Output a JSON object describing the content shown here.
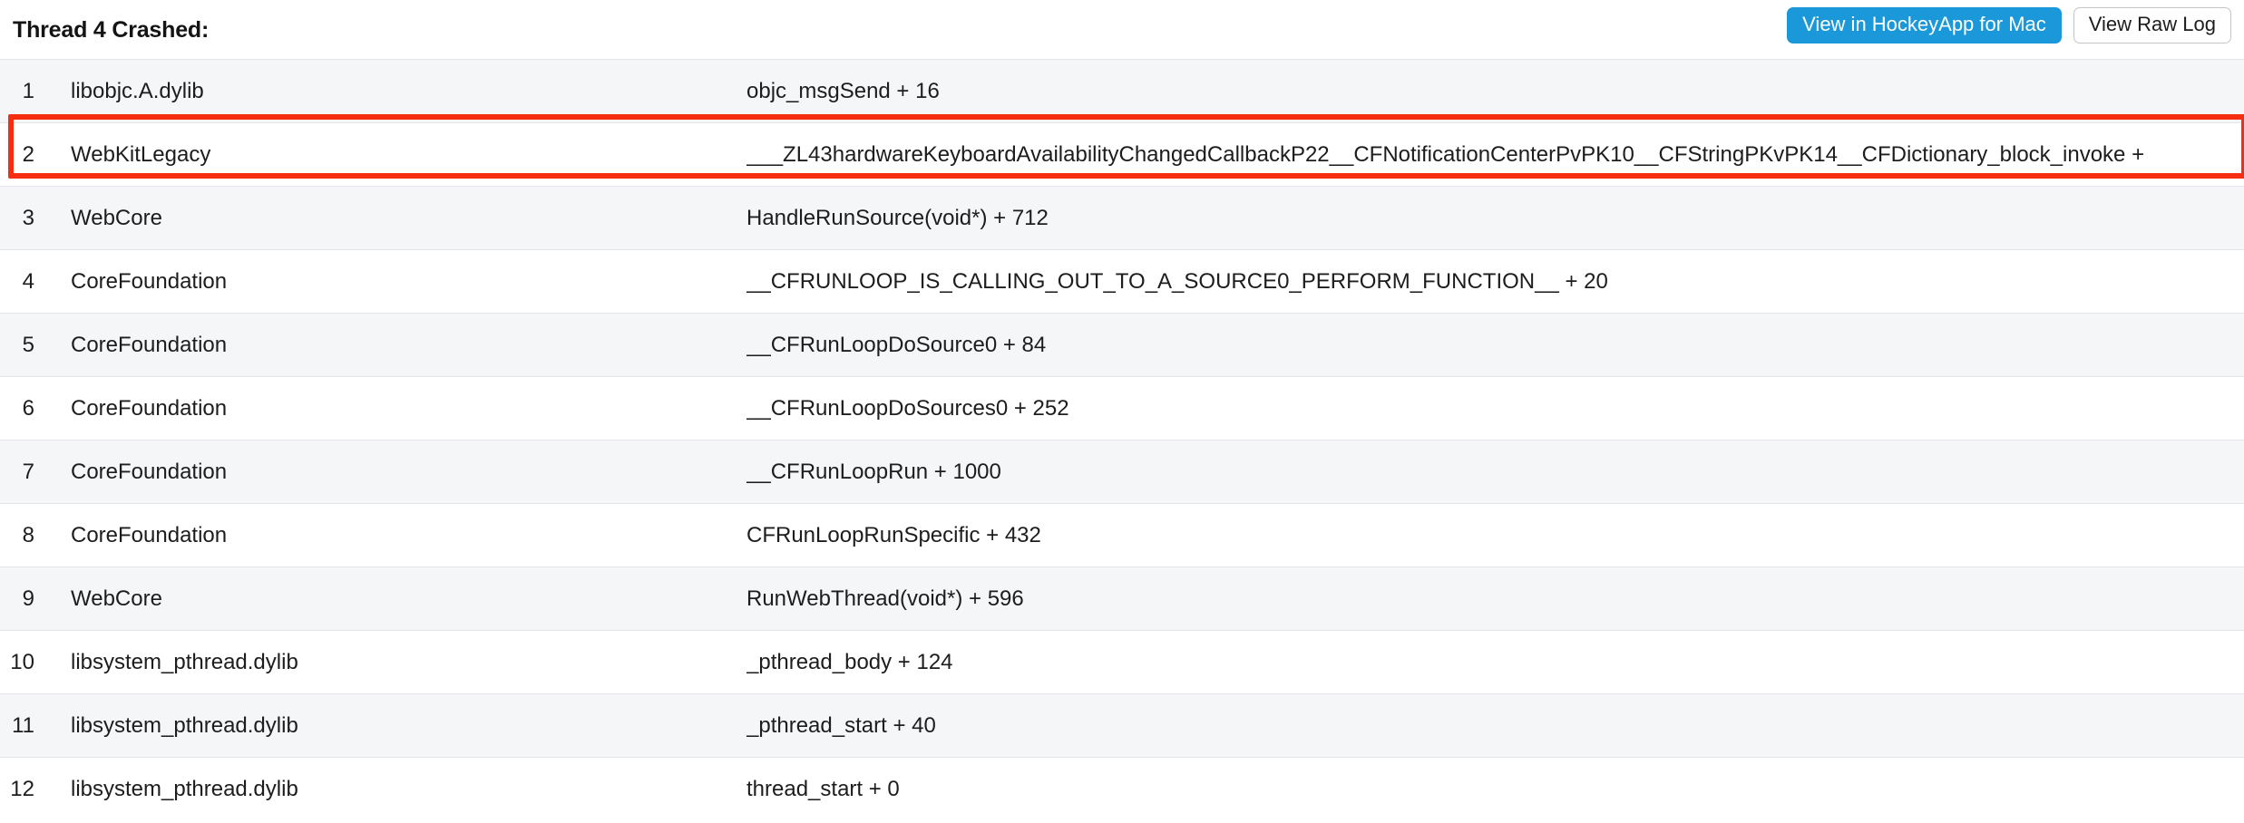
{
  "header": {
    "title": "Thread 4 Crashed:",
    "buttons": {
      "primary_label": "View in HockeyApp for Mac",
      "secondary_label": "View Raw Log"
    }
  },
  "colors": {
    "accent_blue": "#1a98d9",
    "highlight_red": "#f62e11",
    "row_shaded": "#f4f6f8",
    "row_plain": "#ffffff",
    "row_divider": "#e3e5e8",
    "text": "#1d1d1f"
  },
  "highlight": {
    "frame_index": 2,
    "note": "red rectangle around frame 2"
  },
  "stack_frames": [
    {
      "index": "1",
      "binary": "libobjc.A.dylib",
      "function": "objc_msgSend + 16"
    },
    {
      "index": "2",
      "binary": "WebKitLegacy",
      "function": "___ZL43hardwareKeyboardAvailabilityChangedCallbackP22__CFNotificationCenterPvPK10__CFStringPKvPK14__CFDictionary_block_invoke +"
    },
    {
      "index": "3",
      "binary": "WebCore",
      "function": "HandleRunSource(void*) + 712"
    },
    {
      "index": "4",
      "binary": "CoreFoundation",
      "function": "__CFRUNLOOP_IS_CALLING_OUT_TO_A_SOURCE0_PERFORM_FUNCTION__ + 20"
    },
    {
      "index": "5",
      "binary": "CoreFoundation",
      "function": "__CFRunLoopDoSource0 + 84"
    },
    {
      "index": "6",
      "binary": "CoreFoundation",
      "function": "__CFRunLoopDoSources0 + 252"
    },
    {
      "index": "7",
      "binary": "CoreFoundation",
      "function": "__CFRunLoopRun + 1000"
    },
    {
      "index": "8",
      "binary": "CoreFoundation",
      "function": "CFRunLoopRunSpecific + 432"
    },
    {
      "index": "9",
      "binary": "WebCore",
      "function": "RunWebThread(void*) + 596"
    },
    {
      "index": "10",
      "binary": "libsystem_pthread.dylib",
      "function": "_pthread_body + 124"
    },
    {
      "index": "11",
      "binary": "libsystem_pthread.dylib",
      "function": "_pthread_start + 40"
    },
    {
      "index": "12",
      "binary": "libsystem_pthread.dylib",
      "function": "thread_start + 0"
    }
  ]
}
